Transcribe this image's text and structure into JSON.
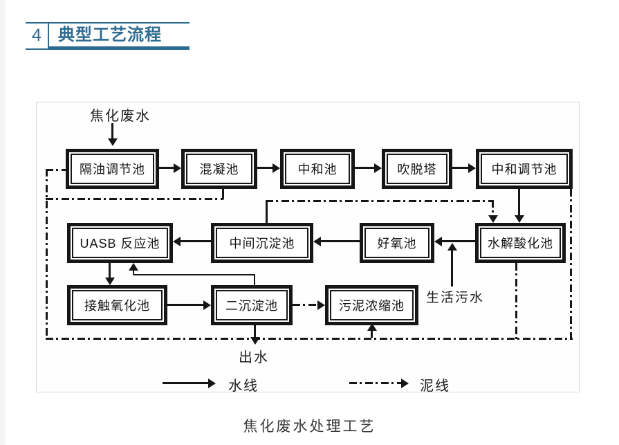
{
  "header": {
    "number": "4",
    "title": "典型工艺流程"
  },
  "colors": {
    "accent": "#2e6b90",
    "line": "#161616",
    "frame_border": "#d8d8d8"
  },
  "diagram": {
    "type": "flowchart",
    "influent_label": "焦化废水",
    "domestic_label": "生活污水",
    "effluent_label": "出水",
    "nodes": [
      {
        "id": "oil-separation-tank",
        "label": "隔油调节池"
      },
      {
        "id": "coagulation-tank",
        "label": "混凝池"
      },
      {
        "id": "neutralization-tank",
        "label": "中和池"
      },
      {
        "id": "stripping-tower",
        "label": "吹脱塔"
      },
      {
        "id": "neutralization-regulation-tank",
        "label": "中和调节池"
      },
      {
        "id": "uasb-reactor",
        "label": "UASB 反应池"
      },
      {
        "id": "intermediate-sedimentation-tank",
        "label": "中间沉淀池"
      },
      {
        "id": "aerobic-tank",
        "label": "好氧池"
      },
      {
        "id": "hydrolysis-acidification-tank",
        "label": "水解酸化池"
      },
      {
        "id": "contact-oxidation-tank",
        "label": "接触氧化池"
      },
      {
        "id": "secondary-sedimentation-tank",
        "label": "二沉淀池"
      },
      {
        "id": "sludge-thickening-tank",
        "label": "污泥浓缩池"
      }
    ],
    "edges": [
      {
        "from": "焦化废水",
        "to": "隔油调节池",
        "type": "water"
      },
      {
        "from": "隔油调节池",
        "to": "混凝池",
        "type": "water"
      },
      {
        "from": "混凝池",
        "to": "中和池",
        "type": "water"
      },
      {
        "from": "中和池",
        "to": "吹脱塔",
        "type": "water"
      },
      {
        "from": "吹脱塔",
        "to": "中和调节池",
        "type": "water"
      },
      {
        "from": "中和调节池",
        "to": "水解酸化池",
        "type": "water"
      },
      {
        "from": "水解酸化池",
        "to": "好氧池",
        "type": "water"
      },
      {
        "from": "生活污水",
        "to": "好氧池",
        "type": "water"
      },
      {
        "from": "好氧池",
        "to": "中间沉淀池",
        "type": "water"
      },
      {
        "from": "中间沉淀池",
        "to": "UASB 反应池",
        "type": "water"
      },
      {
        "from": "UASB 反应池",
        "to": "接触氧化池",
        "type": "water"
      },
      {
        "from": "接触氧化池",
        "to": "二沉淀池",
        "type": "water"
      },
      {
        "from": "二沉淀池",
        "to": "出水",
        "type": "water"
      },
      {
        "from": "二沉淀池",
        "to": "UASB 反应池",
        "type": "water"
      },
      {
        "from": "混凝池",
        "to": "泥线系统",
        "type": "sludge"
      },
      {
        "from": "泥线系统",
        "to": "隔油调节池",
        "type": "sludge"
      },
      {
        "from": "中间沉淀池",
        "to": "水解酸化池",
        "type": "sludge"
      },
      {
        "from": "中和调节池",
        "to": "泥线系统",
        "type": "sludge"
      },
      {
        "from": "水解酸化池",
        "to": "泥线系统",
        "type": "sludge"
      },
      {
        "from": "二沉淀池",
        "to": "污泥浓缩池",
        "type": "sludge"
      },
      {
        "from": "泥线系统",
        "to": "污泥浓缩池",
        "type": "sludge"
      }
    ],
    "legend": {
      "water_label": "水线",
      "sludge_label": "泥线"
    }
  },
  "caption": "焦化废水处理工艺"
}
